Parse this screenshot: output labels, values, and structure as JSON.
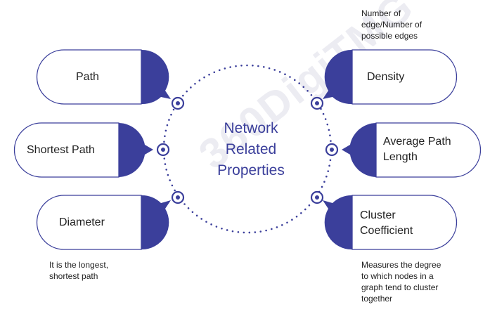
{
  "center": {
    "title_lines": [
      "Network",
      "Related",
      "Properties"
    ]
  },
  "left_items": [
    {
      "label": "Path"
    },
    {
      "label": "Shortest Path"
    },
    {
      "label": "Diameter"
    }
  ],
  "right_items": [
    {
      "label_lines": [
        "Density"
      ]
    },
    {
      "label_lines": [
        "Average Path",
        "Length"
      ]
    },
    {
      "label_lines": [
        "Cluster",
        "Coefficient"
      ]
    }
  ],
  "notes": {
    "density": [
      "Number of",
      "edge/Number of",
      "possible edges"
    ],
    "diameter": [
      "It is the longest,",
      "shortest path"
    ],
    "cluster": [
      "Measures the degree",
      "to which nodes in a",
      "graph tend to cluster",
      "together"
    ]
  },
  "watermark": "360DigiTMG",
  "colors": {
    "accent": "#3b3f9b",
    "outline": "#3b3f9b",
    "text": "#222222",
    "background": "#ffffff"
  }
}
